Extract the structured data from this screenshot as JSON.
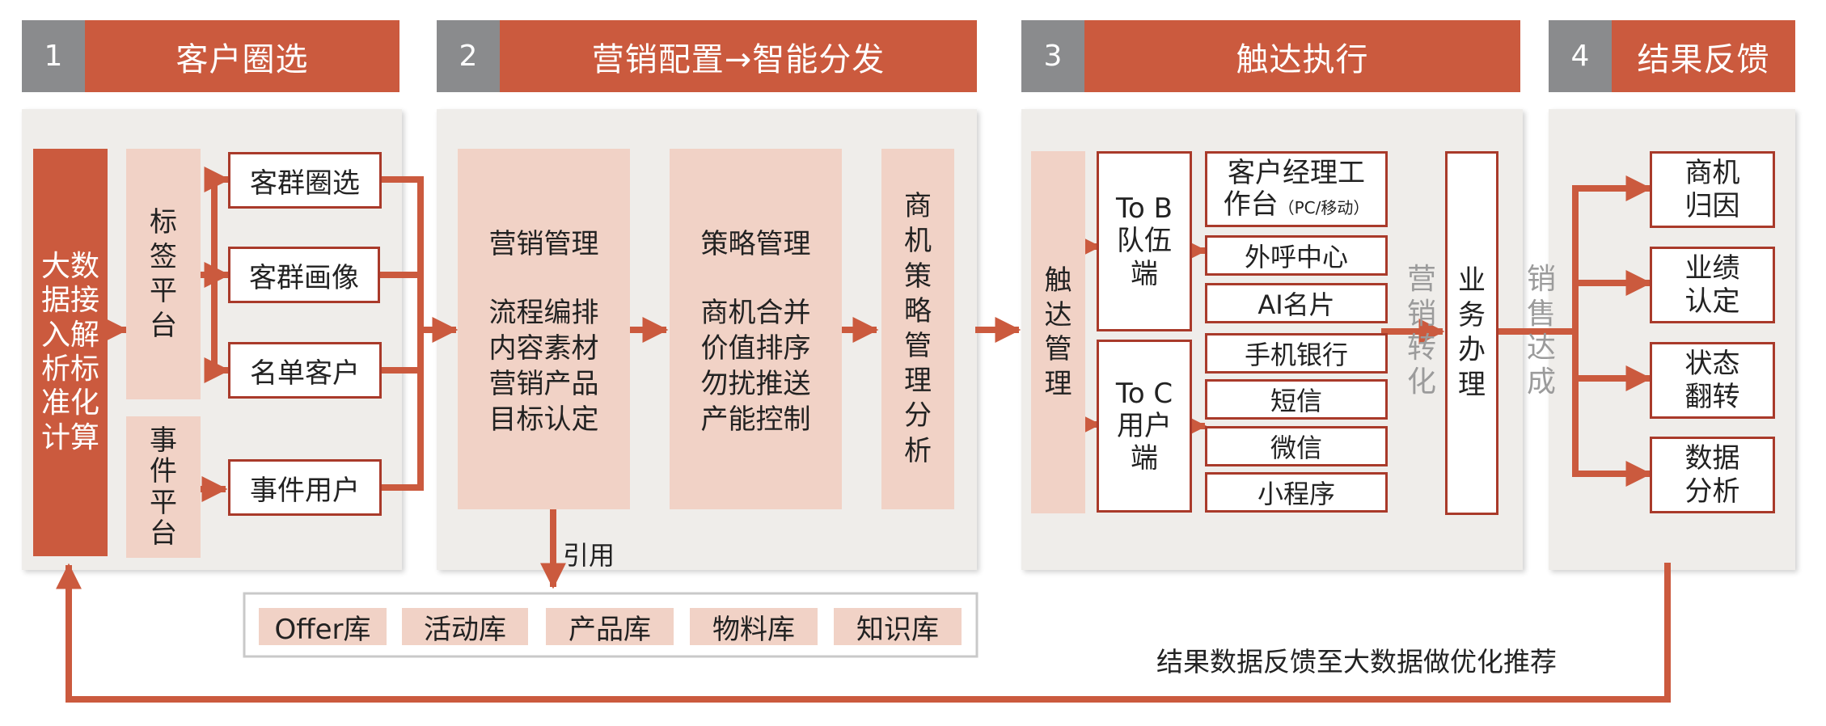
{
  "sections": [
    {
      "num": "1",
      "title": "客户圈选"
    },
    {
      "num": "2",
      "title": "营销配置→智能分发"
    },
    {
      "num": "3",
      "title": "触达执行"
    },
    {
      "num": "4",
      "title": "结果反馈"
    }
  ],
  "section1": {
    "bigdata": "大数据接入解析标准化计算",
    "tag_platform": "标签平台",
    "event_platform": "事件平台",
    "boxes": [
      "客群圈选",
      "客群画像",
      "名单客户",
      "事件用户"
    ]
  },
  "section2": {
    "marketing_mgmt_title": "营销管理",
    "marketing_mgmt_items": [
      "流程编排",
      "内容素材",
      "营销产品",
      "目标认定"
    ],
    "strategy_mgmt_title": "策略管理",
    "strategy_mgmt_items": [
      "商机合并",
      "价值排序",
      "勿扰推送",
      "产能控制"
    ],
    "opportunity_analysis": "商机策略管理分析",
    "reference_label": "引用",
    "libraries": [
      "Offer库",
      "活动库",
      "产品库",
      "物料库",
      "知识库"
    ]
  },
  "section3": {
    "reach_mgmt": "触达管理",
    "tob_line1": "To B",
    "tob_line2": "队伍端",
    "toc_line1": "To C",
    "toc_line2": "用户端",
    "workbench_line1": "客户经理工",
    "workbench_line2": "作台",
    "workbench_small": "（PC/移动）",
    "channels": [
      "外呼中心",
      "AI名片",
      "手机银行",
      "短信",
      "微信",
      "小程序"
    ],
    "marketing_conversion": "营销转化",
    "business_handling": "业务办理",
    "sales_achieved": "销售达成"
  },
  "section4": {
    "items": [
      "商机归因",
      "业绩认定",
      "状态翻转",
      "数据分析"
    ]
  },
  "feedback_text": "结果数据反馈至大数据做优化推荐",
  "colors": {
    "accent": "#cb5a3e",
    "pink": "#f1d2c6",
    "panel": "#efedea",
    "gray": "#8a8b8d",
    "border": "#a93a2a"
  }
}
